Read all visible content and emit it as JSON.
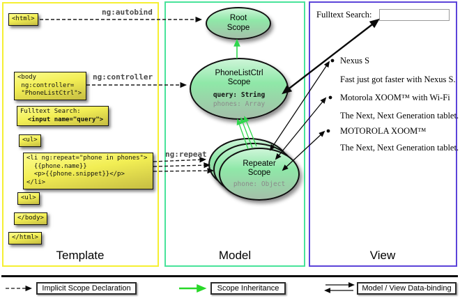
{
  "panels": {
    "template": {
      "label": "Template"
    },
    "model": {
      "label": "Model"
    },
    "view": {
      "label": "View"
    }
  },
  "edge_labels": {
    "autobind": "ng:autobind",
    "controller": "ng:controller",
    "repeat": "ng:repeat"
  },
  "template": {
    "html_open": "<html>",
    "body_open": "<body\n ng:controller=\n \"PhoneListCtrl\">",
    "fulltext_line1": "Fulltext Search:",
    "fulltext_line2": "  <input name=\"query\">",
    "ul_open": "<ul>",
    "li_repeat": "<li ng:repeat=\"phone in phones\">\n  {{phone.name}}\n  <p>{{phone.snippet}}</p>\n</li>",
    "ul_close": "<ul>",
    "body_close": "</body>",
    "html_close": "</html>"
  },
  "model": {
    "root_scope": {
      "name": "Root\nScope"
    },
    "phonelist_scope": {
      "name": "PhoneListCtrl\nScope",
      "prop_query": "query: String",
      "prop_phones": "phones: Array"
    },
    "repeater_scope": {
      "name": "Repeater\nScope",
      "prop_phone": "phone: Object"
    }
  },
  "view": {
    "search_label": "Fulltext Search:",
    "search_value": "",
    "items": [
      {
        "title": "Nexus S",
        "desc": "Fast just got faster with Nexus S."
      },
      {
        "title": "Motorola XOOM™  with Wi-Fi",
        "desc": "The Next, Next Generation tablet."
      },
      {
        "title": "MOTOROLA XOOM™",
        "desc": "The Next, Next Generation tablet."
      }
    ]
  },
  "legend": {
    "implicit": "Implicit Scope Declaration",
    "inheritance": "Scope Inheritance",
    "binding": "Model / View Data-binding"
  },
  "colors": {
    "template_border": "#f5ef32",
    "model_border": "#48e39a",
    "view_border": "#5b43d9",
    "scope_green": "#2fd64d",
    "legend_green": "#28d828"
  }
}
